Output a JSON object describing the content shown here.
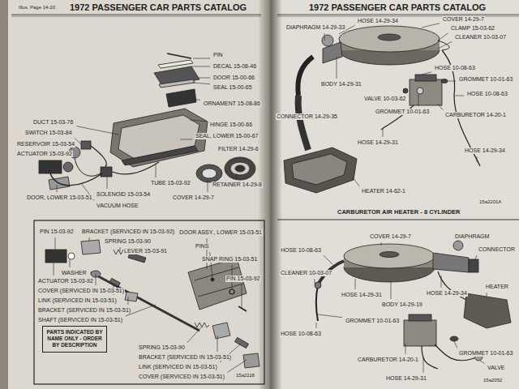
{
  "diagram": {
    "nodes": [
      {
        "text": [
          "PARTS INDICATED BY NAME ONLY - ORDER BY DESCRIPTION"
        ]
      }
    ],
    "labels": [
      "Illus. Page 14-20",
      "1972 PASSENGER CAR PARTS CATALOG",
      "PIN",
      "DECAL 15-08-46",
      "DOOR 15-00-66",
      "SEAL 15-00-65",
      "ORNAMENT 15-08-86",
      "HINGE 15-00-66",
      "SEAL, LOWER 15-00-67",
      "FILTER 14-29-6",
      "RETAINER 14-29-8",
      "COVER 14-29-7",
      "TUBE 15-03-92",
      "SOLENOID 15-03-54",
      "VACUUM HOSE",
      "DOOR, LOWER 15-03-51",
      "ACTUATOR 15-03-92",
      "RESERVOIR 15-03-54",
      "SWITCH 15-03-84",
      "DUCT 15-03-76",
      "PIN 15-03-92",
      "BRACKET (SERVICED IN 15-03-92)",
      "SPRING 15-03-90",
      "LEVER 15-03-91",
      "WASHER",
      "ACTUATOR 15-03-92",
      "COVER (SERVICED IN 15-03-51)",
      "LINK (SERVICED IN 15-03-51)",
      "BRACKET (SERVICED IN 15-03-51)",
      "SHAFT (SERVICED IN 15-03-51)",
      "DOOR ASSY., LOWER 15-03-51",
      "PINS",
      "SNAP RING 15-03-51",
      "PIN 15-03-92",
      "SPRING 15-03-90",
      "BRACKET (SERVICED IN 15-03-51)",
      "LINK (SERVICED IN 15-03-51)",
      "COVER (SERVICED IN 15-03-51)",
      "15a2118",
      "1972 PASSENGER CAR PARTS CATALOG",
      "HOSE 14-29-34",
      "DIAPHRAGM 14-29-33",
      "COVER 14-29-7",
      "CLAMP 15-03-62",
      "CLEANER 10-03-07",
      "HOSE 10-08-63",
      "GROMMET 10-01-63",
      "BODY 14-29-31",
      "VALVE 10-03-62",
      "GROMMET 10-01-63",
      "CONNECTOR 14-29-35",
      "CARBURETOR 14-20-1",
      "HOSE 10-08-63",
      "HOSE 14-29-31",
      "HOSE 14-29-34",
      "HEATER 14-62-1",
      "15a2201A",
      "CARBURETOR AIR HEATER - 8 CYLINDER",
      "COVER 14-29-7",
      "DIAPHRAGM",
      "HOSE 10-08-63",
      "CONNECTOR",
      "CLEANER 10-03-07",
      "HOSE 14-29-31",
      "BODY 14-29-19",
      "HOSE 14-29-34",
      "GROMMET 10-01-63",
      "HOSE 10-08-63",
      "HEATER",
      "CARBURETOR 14-20-1",
      "GROMMET 10-01-63",
      "VALVE",
      "HOSE 14-29-31",
      "15a2052"
    ]
  }
}
